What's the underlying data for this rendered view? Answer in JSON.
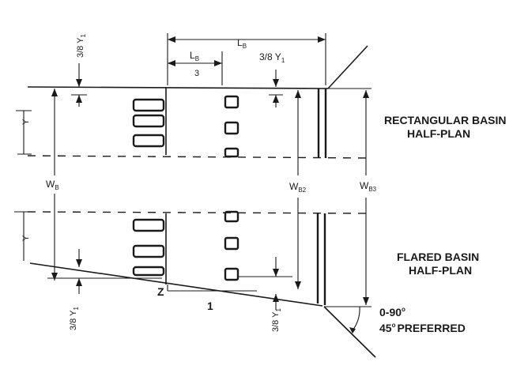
{
  "labels": {
    "basin_length": "L",
    "basin_length_sub": "B",
    "one_third_frac": "3",
    "three_eighths_y1": "3/8 Y",
    "y1_sub": "1",
    "wb": "W",
    "wb_sub": "B",
    "wb2": "W",
    "wb2_sub": "B2",
    "wb3": "W",
    "wb3_sub": "B3",
    "z": "Z",
    "one": "1",
    "y": "Y"
  },
  "notes": {
    "rectangular_line1": "RECTANGULAR BASIN",
    "rectangular_line2": "HALF-PLAN",
    "flared_line1": "FLARED BASIN",
    "flared_line2": "HALF-PLAN",
    "angle_line1": "0-90",
    "angle_deg": "o",
    "angle_line2": "45",
    "angle_line2_deg": "o",
    "angle_line2_rest": "PREFERRED"
  }
}
